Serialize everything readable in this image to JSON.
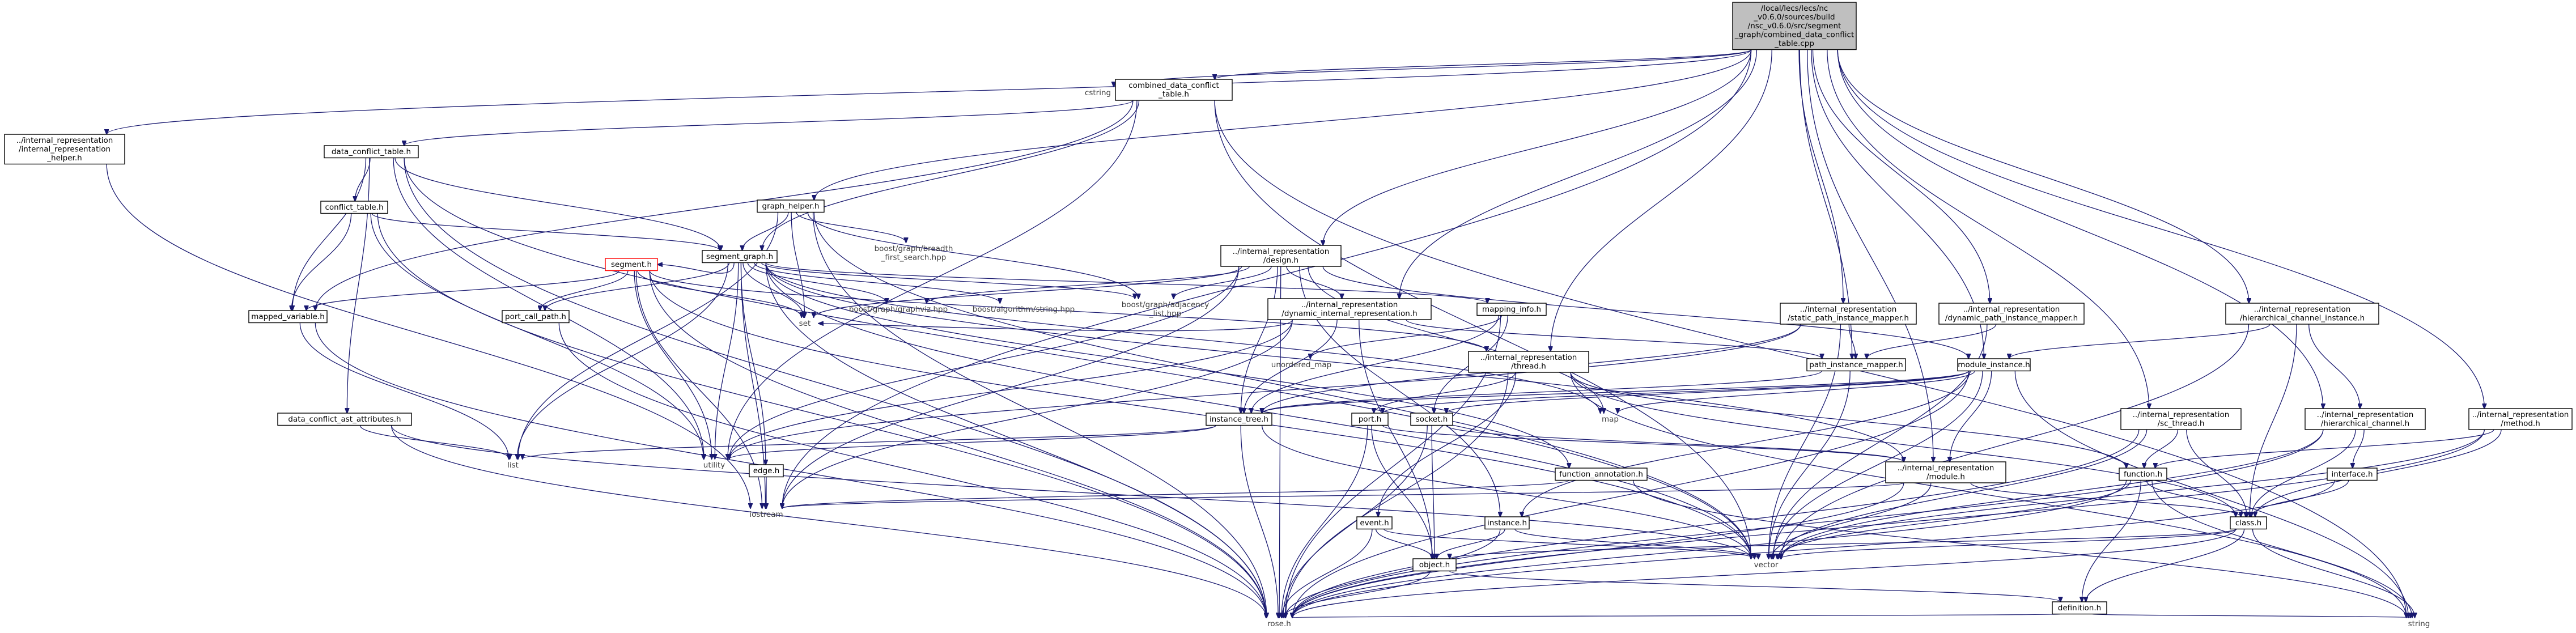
{
  "diagram": {
    "type": "include-dependency-graph",
    "colors": {
      "edge": "#191970",
      "root_fill": "#bfbfbf",
      "highlight_border": "#ff0000"
    },
    "nodes": [
      {
        "id": "root",
        "lines": [
          "/local/lecs/lecs/nc",
          "_v0.6.0/sources/build",
          "/nsc_v0.6.0/src/segment",
          "_graph/combined_data_conflict",
          "_table.cpp"
        ],
        "style": "root"
      },
      {
        "id": "cstring",
        "lines": [
          "cstring"
        ],
        "style": "plain"
      },
      {
        "id": "combined_data_conflict_table_h",
        "lines": [
          "combined_data_conflict",
          "_table.h"
        ]
      },
      {
        "id": "ir_helper",
        "lines": [
          "../internal_representation",
          "/internal_representation",
          "_helper.h"
        ]
      },
      {
        "id": "data_conflict_table_h",
        "lines": [
          "data_conflict_table.h"
        ]
      },
      {
        "id": "conflict_table_h",
        "lines": [
          "conflict_table.h"
        ]
      },
      {
        "id": "graph_helper_h",
        "lines": [
          "graph_helper.h"
        ]
      },
      {
        "id": "boost_bfs",
        "lines": [
          "boost/graph/breadth",
          "_first_search.hpp"
        ],
        "style": "plain"
      },
      {
        "id": "segment_graph_h",
        "lines": [
          "segment_graph.h"
        ]
      },
      {
        "id": "design_h",
        "lines": [
          "../internal_representation",
          "/design.h"
        ]
      },
      {
        "id": "segment_h",
        "lines": [
          "segment.h"
        ],
        "style": "red"
      },
      {
        "id": "boost_graphviz",
        "lines": [
          "boost/graph/graphviz.hpp"
        ],
        "style": "plain"
      },
      {
        "id": "boost_string",
        "lines": [
          "boost/algorithm/string.hpp"
        ],
        "style": "plain"
      },
      {
        "id": "boost_adjacency",
        "lines": [
          "boost/graph/adjacency",
          "_list.hpp"
        ],
        "style": "plain"
      },
      {
        "id": "dyn_ir",
        "lines": [
          "../internal_representation",
          "/dynamic_internal_representation.h"
        ]
      },
      {
        "id": "mapping_info_h",
        "lines": [
          "mapping_info.h"
        ]
      },
      {
        "id": "static_path_mapper",
        "lines": [
          "../internal_representation",
          "/static_path_instance_mapper.h"
        ]
      },
      {
        "id": "dyn_path_mapper",
        "lines": [
          "../internal_representation",
          "/dynamic_path_instance_mapper.h"
        ]
      },
      {
        "id": "hier_channel_instance",
        "lines": [
          "../internal_representation",
          "/hierarchical_channel_instance.h"
        ]
      },
      {
        "id": "mapped_variable_h",
        "lines": [
          "mapped_variable.h"
        ]
      },
      {
        "id": "port_call_path_h",
        "lines": [
          "port_call_path.h"
        ]
      },
      {
        "id": "set",
        "lines": [
          "set"
        ],
        "style": "plain"
      },
      {
        "id": "unordered_map",
        "lines": [
          "unordered_map"
        ],
        "style": "plain"
      },
      {
        "id": "thread_h",
        "lines": [
          "../internal_representation",
          "/thread.h"
        ]
      },
      {
        "id": "path_instance_mapper_h",
        "lines": [
          "path_instance_mapper.h"
        ]
      },
      {
        "id": "module_instance_h",
        "lines": [
          "module_instance.h"
        ]
      },
      {
        "id": "data_conflict_ast_h",
        "lines": [
          "data_conflict_ast_attributes.h"
        ]
      },
      {
        "id": "instance_tree_h",
        "lines": [
          "instance_tree.h"
        ]
      },
      {
        "id": "port_h",
        "lines": [
          "port.h"
        ]
      },
      {
        "id": "socket_h",
        "lines": [
          "socket.h"
        ]
      },
      {
        "id": "map",
        "lines": [
          "map"
        ],
        "style": "plain"
      },
      {
        "id": "sc_thread_h",
        "lines": [
          "../internal_representation",
          "/sc_thread.h"
        ]
      },
      {
        "id": "hier_channel",
        "lines": [
          "../internal_representation",
          "/hierarchical_channel.h"
        ]
      },
      {
        "id": "method_h",
        "lines": [
          "../internal_representation",
          "/method.h"
        ]
      },
      {
        "id": "list",
        "lines": [
          "list"
        ],
        "style": "plain"
      },
      {
        "id": "utility",
        "lines": [
          "utility"
        ],
        "style": "plain"
      },
      {
        "id": "edge_h",
        "lines": [
          "edge.h"
        ]
      },
      {
        "id": "function_annotation_h",
        "lines": [
          "function_annotation.h"
        ]
      },
      {
        "id": "ir_module_h",
        "lines": [
          "../internal_representation",
          "/module.h"
        ]
      },
      {
        "id": "function_h",
        "lines": [
          "function.h"
        ]
      },
      {
        "id": "interface_h",
        "lines": [
          "interface.h"
        ]
      },
      {
        "id": "iostream",
        "lines": [
          "iostream"
        ],
        "style": "plain"
      },
      {
        "id": "event_h",
        "lines": [
          "event.h"
        ]
      },
      {
        "id": "instance_h",
        "lines": [
          "instance.h"
        ]
      },
      {
        "id": "class_h",
        "lines": [
          "class.h"
        ]
      },
      {
        "id": "vector",
        "lines": [
          "vector"
        ],
        "style": "plain"
      },
      {
        "id": "object_h",
        "lines": [
          "object.h"
        ]
      },
      {
        "id": "definition_h",
        "lines": [
          "definition.h"
        ]
      },
      {
        "id": "rose_h",
        "lines": [
          "rose.h"
        ],
        "style": "plain"
      },
      {
        "id": "string",
        "lines": [
          "string"
        ],
        "style": "plain"
      }
    ],
    "edges": [
      [
        "root",
        "cstring"
      ],
      [
        "root",
        "combined_data_conflict_table_h"
      ],
      [
        "root",
        "ir_helper"
      ],
      [
        "root",
        "iostream"
      ],
      [
        "root",
        "graph_helper_h"
      ],
      [
        "root",
        "design_h"
      ],
      [
        "root",
        "dyn_ir"
      ],
      [
        "root",
        "static_path_mapper"
      ],
      [
        "root",
        "path_instance_mapper_h"
      ],
      [
        "root",
        "dyn_path_mapper"
      ],
      [
        "root",
        "module_instance_h"
      ],
      [
        "root",
        "hier_channel_instance"
      ],
      [
        "root",
        "sc_thread_h"
      ],
      [
        "root",
        "hier_channel"
      ],
      [
        "root",
        "method_h"
      ],
      [
        "root",
        "thread_h"
      ],
      [
        "root",
        "ir_module_h"
      ],
      [
        "combined_data_conflict_table_h",
        "data_conflict_table_h"
      ],
      [
        "combined_data_conflict_table_h",
        "mapped_variable_h"
      ],
      [
        "combined_data_conflict_table_h",
        "segment_graph_h"
      ],
      [
        "combined_data_conflict_table_h",
        "vector"
      ],
      [
        "combined_data_conflict_table_h",
        "utility"
      ],
      [
        "combined_data_conflict_table_h",
        "string"
      ],
      [
        "ir_helper",
        "iostream"
      ],
      [
        "data_conflict_table_h",
        "conflict_table_h"
      ],
      [
        "data_conflict_table_h",
        "segment_graph_h"
      ],
      [
        "data_conflict_table_h",
        "mapped_variable_h"
      ],
      [
        "data_conflict_table_h",
        "data_conflict_ast_h"
      ],
      [
        "data_conflict_table_h",
        "utility"
      ],
      [
        "data_conflict_table_h",
        "rose_h"
      ],
      [
        "data_conflict_table_h",
        "vector"
      ],
      [
        "conflict_table_h",
        "segment_graph_h"
      ],
      [
        "conflict_table_h",
        "mapped_variable_h"
      ],
      [
        "conflict_table_h",
        "utility"
      ],
      [
        "conflict_table_h",
        "rose_h"
      ],
      [
        "graph_helper_h",
        "boost_bfs"
      ],
      [
        "graph_helper_h",
        "boost_adjacency"
      ],
      [
        "graph_helper_h",
        "segment_graph_h"
      ],
      [
        "graph_helper_h",
        "set"
      ],
      [
        "graph_helper_h",
        "list"
      ],
      [
        "graph_helper_h",
        "rose_h"
      ],
      [
        "graph_helper_h",
        "vector"
      ],
      [
        "segment_graph_h",
        "segment_h"
      ],
      [
        "segment_graph_h",
        "boost_graphviz"
      ],
      [
        "segment_graph_h",
        "boost_string"
      ],
      [
        "segment_graph_h",
        "boost_adjacency"
      ],
      [
        "segment_graph_h",
        "port_call_path_h"
      ],
      [
        "segment_graph_h",
        "set"
      ],
      [
        "segment_graph_h",
        "utility"
      ],
      [
        "segment_graph_h",
        "edge_h"
      ],
      [
        "segment_graph_h",
        "iostream"
      ],
      [
        "segment_graph_h",
        "list"
      ],
      [
        "segment_graph_h",
        "map"
      ],
      [
        "segment_graph_h",
        "function_annotation_h"
      ],
      [
        "segment_graph_h",
        "mapping_info_h"
      ],
      [
        "segment_graph_h",
        "rose_h"
      ],
      [
        "segment_graph_h",
        "vector"
      ],
      [
        "segment_graph_h",
        "ir_module_h"
      ],
      [
        "design_h",
        "boost_graphviz"
      ],
      [
        "design_h",
        "boost_adjacency"
      ],
      [
        "design_h",
        "dyn_ir"
      ],
      [
        "design_h",
        "set"
      ],
      [
        "design_h",
        "instance_tree_h"
      ],
      [
        "design_h",
        "instance_h"
      ],
      [
        "design_h",
        "utility"
      ],
      [
        "design_h",
        "iostream"
      ],
      [
        "design_h",
        "map"
      ],
      [
        "design_h",
        "rose_h"
      ],
      [
        "design_h",
        "module_instance_h"
      ],
      [
        "segment_h",
        "mapped_variable_h"
      ],
      [
        "segment_h",
        "port_call_path_h"
      ],
      [
        "segment_h",
        "set"
      ],
      [
        "segment_h",
        "utility"
      ],
      [
        "segment_h",
        "iostream"
      ],
      [
        "segment_h",
        "rose_h"
      ],
      [
        "segment_h",
        "vector"
      ],
      [
        "segment_h",
        "thread_h"
      ],
      [
        "dyn_ir",
        "set"
      ],
      [
        "dyn_ir",
        "instance_tree_h"
      ],
      [
        "dyn_ir",
        "object_h"
      ],
      [
        "dyn_ir",
        "utility"
      ],
      [
        "dyn_ir",
        "iostream"
      ],
      [
        "dyn_ir",
        "path_instance_mapper_h"
      ],
      [
        "mapping_info_h",
        "unordered_map"
      ],
      [
        "mapping_info_h",
        "socket_h"
      ],
      [
        "mapping_info_h",
        "instance_tree_h"
      ],
      [
        "mapping_info_h",
        "rose_h"
      ],
      [
        "static_path_mapper",
        "path_instance_mapper_h"
      ],
      [
        "static_path_mapper",
        "instance_tree_h"
      ],
      [
        "static_path_mapper",
        "vector"
      ],
      [
        "static_path_mapper",
        "utility"
      ],
      [
        "dyn_path_mapper",
        "path_instance_mapper_h"
      ],
      [
        "dyn_path_mapper",
        "vector"
      ],
      [
        "hier_channel_instance",
        "module_instance_h"
      ],
      [
        "hier_channel_instance",
        "hier_channel"
      ],
      [
        "hier_channel_instance",
        "class_h"
      ],
      [
        "hier_channel_instance",
        "vector"
      ],
      [
        "mapped_variable_h",
        "rose_h"
      ],
      [
        "mapped_variable_h",
        "list"
      ],
      [
        "port_call_path_h",
        "rose_h"
      ],
      [
        "thread_h",
        "port_h"
      ],
      [
        "thread_h",
        "event_h"
      ],
      [
        "thread_h",
        "function_h"
      ],
      [
        "thread_h",
        "class_h"
      ],
      [
        "thread_h",
        "rose_h"
      ],
      [
        "thread_h",
        "string"
      ],
      [
        "path_instance_mapper_h",
        "instance_tree_h"
      ],
      [
        "path_instance_mapper_h",
        "vector"
      ],
      [
        "module_instance_h",
        "instance_tree_h"
      ],
      [
        "module_instance_h",
        "instance_h"
      ],
      [
        "module_instance_h",
        "ir_module_h"
      ],
      [
        "module_instance_h",
        "port_h"
      ],
      [
        "module_instance_h",
        "socket_h"
      ],
      [
        "module_instance_h",
        "map"
      ],
      [
        "module_instance_h",
        "vector"
      ],
      [
        "module_instance_h",
        "string"
      ],
      [
        "module_instance_h",
        "rose_h"
      ],
      [
        "data_conflict_ast_h",
        "list"
      ],
      [
        "data_conflict_ast_h",
        "rose_h"
      ],
      [
        "data_conflict_ast_h",
        "vector"
      ],
      [
        "instance_tree_h",
        "list"
      ],
      [
        "instance_tree_h",
        "utility"
      ],
      [
        "instance_tree_h",
        "vector"
      ],
      [
        "instance_tree_h",
        "rose_h"
      ],
      [
        "port_h",
        "ir_module_h"
      ],
      [
        "port_h",
        "object_h"
      ],
      [
        "port_h",
        "rose_h"
      ],
      [
        "socket_h",
        "ir_module_h"
      ],
      [
        "socket_h",
        "object_h"
      ],
      [
        "socket_h",
        "rose_h"
      ],
      [
        "sc_thread_h",
        "function_h"
      ],
      [
        "sc_thread_h",
        "class_h"
      ],
      [
        "sc_thread_h",
        "vector"
      ],
      [
        "sc_thread_h",
        "rose_h"
      ],
      [
        "hier_channel",
        "interface_h"
      ],
      [
        "hier_channel",
        "class_h"
      ],
      [
        "hier_channel",
        "vector"
      ],
      [
        "hier_channel",
        "rose_h"
      ],
      [
        "method_h",
        "function_h"
      ],
      [
        "method_h",
        "class_h"
      ],
      [
        "method_h",
        "vector"
      ],
      [
        "method_h",
        "rose_h"
      ],
      [
        "edge_h",
        "iostream"
      ],
      [
        "function_annotation_h",
        "iostream"
      ],
      [
        "function_annotation_h",
        "string"
      ],
      [
        "ir_module_h",
        "class_h"
      ],
      [
        "ir_module_h",
        "iostream"
      ],
      [
        "ir_module_h",
        "vector"
      ],
      [
        "ir_module_h",
        "rose_h"
      ],
      [
        "function_h",
        "class_h"
      ],
      [
        "function_h",
        "definition_h"
      ],
      [
        "function_h",
        "vector"
      ],
      [
        "function_h",
        "string"
      ],
      [
        "function_h",
        "rose_h"
      ],
      [
        "interface_h",
        "class_h"
      ],
      [
        "interface_h",
        "rose_h"
      ],
      [
        "event_h",
        "object_h"
      ],
      [
        "event_h",
        "vector"
      ],
      [
        "event_h",
        "rose_h"
      ],
      [
        "instance_h",
        "object_h"
      ],
      [
        "instance_h",
        "vector"
      ],
      [
        "instance_h",
        "rose_h"
      ],
      [
        "class_h",
        "object_h"
      ],
      [
        "class_h",
        "definition_h"
      ],
      [
        "class_h",
        "vector"
      ],
      [
        "class_h",
        "string"
      ],
      [
        "class_h",
        "rose_h"
      ],
      [
        "object_h",
        "definition_h"
      ],
      [
        "object_h",
        "rose_h"
      ],
      [
        "definition_h",
        "string"
      ],
      [
        "definition_h",
        "rose_h"
      ]
    ]
  }
}
